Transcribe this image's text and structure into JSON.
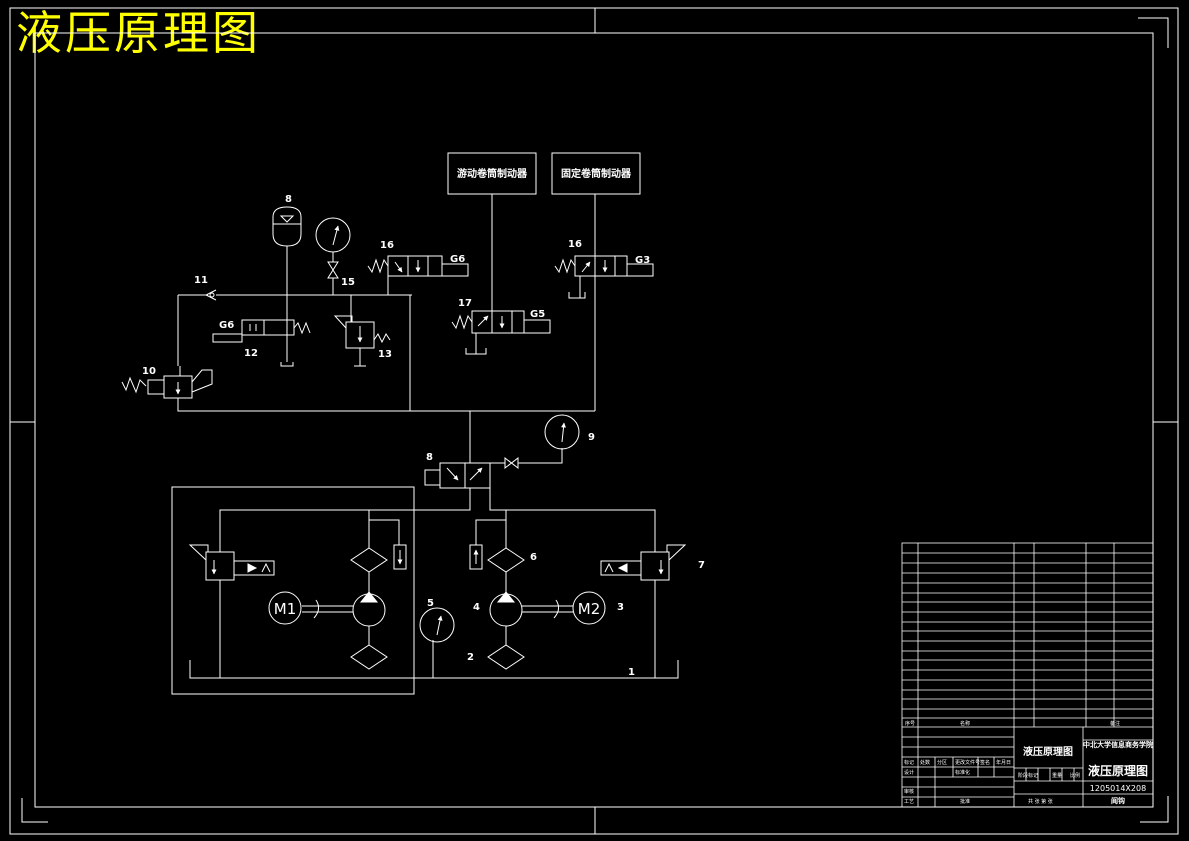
{
  "title": "液压原理图",
  "boxes": {
    "travel_brake": "游动卷筒制动器",
    "fixed_brake": "固定卷筒制动器"
  },
  "labels": {
    "n8_top": "8",
    "n11": "11",
    "n12": "12",
    "n13": "13",
    "n15": "15",
    "n16_left": "16",
    "n16_right": "16",
    "n17": "17",
    "n10": "10",
    "n9": "9",
    "n8_mid": "8",
    "n7": "7",
    "n6": "6",
    "n5": "5",
    "n4": "4",
    "n3": "3",
    "n2": "2",
    "n1": "1",
    "g6_a": "G6",
    "g6_b": "G6",
    "g5": "G5",
    "g3": "G3"
  },
  "motors": {
    "m1": "M1",
    "m2": "M2"
  },
  "title_block": {
    "drawing_name": "液压原理图",
    "drawing_name_big": "液压原理图",
    "school": "中北大学信息商务学院",
    "drawing_no": "1205014X208",
    "author": "阎钩",
    "col_no": "序号",
    "col_name": "名称",
    "col_note": "备注",
    "label_sign": "标记",
    "label_count": "处数",
    "label_zone": "分区",
    "label_docno": "更改文件号",
    "label_signature": "签名",
    "label_date": "年月日",
    "label_design": "设计",
    "label_std": "标准化",
    "label_review": "审核",
    "label_process": "工艺",
    "label_approve": "批准",
    "label_stage": "阶段标记",
    "label_weight": "重量",
    "label_scale": "比例",
    "label_sheets": "共 张 第 张"
  }
}
